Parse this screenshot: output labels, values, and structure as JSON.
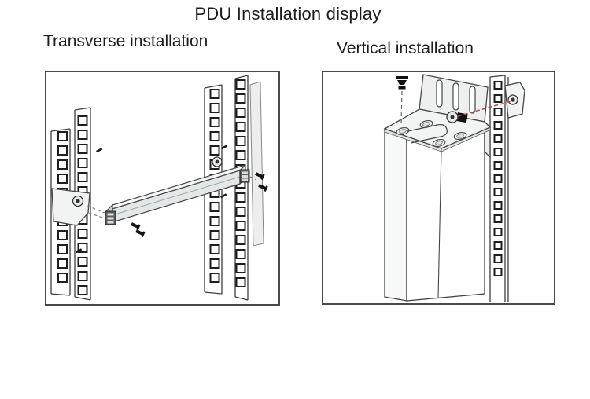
{
  "page": {
    "title": "PDU Installation display",
    "background": "#ffffff"
  },
  "figures": {
    "left": {
      "label": "Transverse installation",
      "parts": [
        "rack-rail-left",
        "rack-rail-right",
        "mounting-bracket",
        "pdu-bar",
        "connector-block",
        "screws",
        "alignment-dashes",
        "side-panel"
      ]
    },
    "right": {
      "label": "Vertical installation",
      "parts": [
        "pdu-column",
        "l-bracket",
        "bracket-slots",
        "base-plate-holes",
        "u-slot",
        "rack-rail",
        "fastening-tab",
        "bracket-screw",
        "top-screw",
        "alignment-line-red"
      ]
    }
  },
  "colors": {
    "outline": "#3e3e3e",
    "panel_border": "#4a4a4a",
    "metal_light": "#f2f4f4",
    "shade": "#e3e7e8",
    "accent_red": "#b04a42",
    "text": "#1c1c1c",
    "background": "#ffffff"
  }
}
